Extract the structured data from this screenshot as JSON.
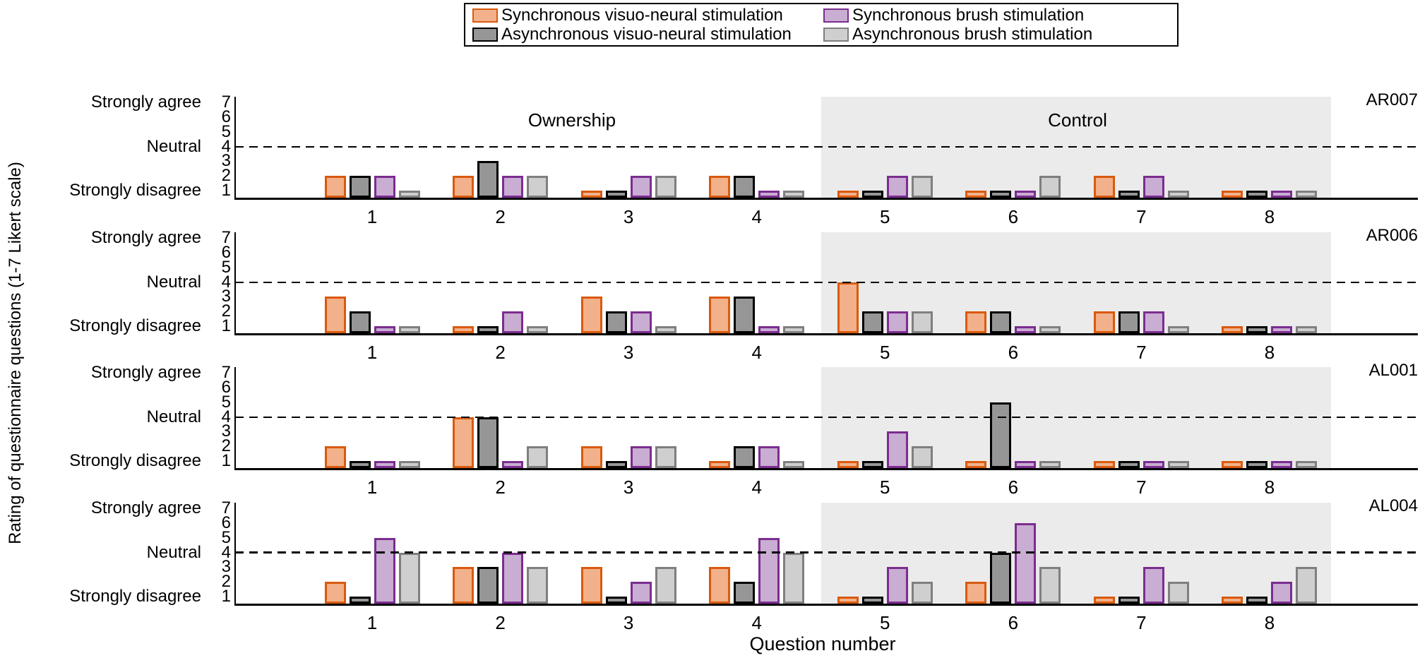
{
  "figure": {
    "y_axis_label": "Rating of questionnaire questions (1-7 Likert scale)",
    "x_axis_label": "Question number"
  },
  "legend": {
    "items": [
      {
        "key": "sync_vn",
        "label": "Synchronous visuo-neural stimulation",
        "fill": "#F2B18A",
        "border": "#D95A0E"
      },
      {
        "key": "async_vn",
        "label": "Asynchronous visuo-neural stimulation",
        "fill": "#969696",
        "border": "#000000"
      },
      {
        "key": "sync_brush",
        "label": "Synchronous brush stimulation",
        "fill": "#C9ADD2",
        "border": "#7B2D90"
      },
      {
        "key": "async_brush",
        "label": "Asynchronous brush stimulation",
        "fill": "#CFCFCF",
        "border": "#7F7F7F"
      }
    ]
  },
  "chart_data": {
    "type": "bar",
    "title": "",
    "xlabel": "Question number",
    "ylabel": "Rating of questionnaire questions (1-7 Likert scale)",
    "categories": [
      "1",
      "2",
      "3",
      "4",
      "5",
      "6",
      "7",
      "8"
    ],
    "likert_ticks": [
      7,
      6,
      5,
      4,
      3,
      2,
      1
    ],
    "ylim": [
      0.5,
      7.4
    ],
    "neutral_value": 4,
    "grid": false,
    "legend_position": "top-center",
    "y_tick_annotations": {
      "7": "Strongly agree",
      "4": "Neutral",
      "1": "Strongly disagree"
    },
    "sections": {
      "ownership_label": "Ownership",
      "control_label": "Control",
      "ownership_questions": [
        "1",
        "2",
        "3",
        "4"
      ],
      "control_questions": [
        "5",
        "6",
        "7",
        "8"
      ],
      "control_shading_color": "#EBEBEB"
    },
    "subplots": [
      {
        "id": "AR007",
        "neutral_line_bold": false,
        "series": [
          {
            "name": "Synchronous visuo-neural stimulation",
            "values": [
              2,
              2,
              1,
              2,
              1,
              1,
              2,
              1
            ]
          },
          {
            "name": "Asynchronous visuo-neural stimulation",
            "values": [
              2,
              3,
              1,
              2,
              1,
              1,
              1,
              1
            ]
          },
          {
            "name": "Synchronous brush stimulation",
            "values": [
              2,
              2,
              2,
              1,
              2,
              1,
              2,
              1
            ]
          },
          {
            "name": "Asynchronous brush stimulation",
            "values": [
              1,
              2,
              2,
              1,
              2,
              2,
              1,
              1
            ]
          }
        ]
      },
      {
        "id": "AR006",
        "neutral_line_bold": false,
        "series": [
          {
            "name": "Synchronous visuo-neural stimulation",
            "values": [
              3,
              1,
              3,
              3,
              4,
              2,
              2,
              1
            ]
          },
          {
            "name": "Asynchronous visuo-neural stimulation",
            "values": [
              2,
              1,
              2,
              3,
              2,
              2,
              2,
              1
            ]
          },
          {
            "name": "Synchronous brush stimulation",
            "values": [
              1,
              2,
              2,
              1,
              2,
              1,
              2,
              1
            ]
          },
          {
            "name": "Asynchronous brush stimulation",
            "values": [
              1,
              1,
              1,
              1,
              2,
              1,
              1,
              1
            ]
          }
        ]
      },
      {
        "id": "AL001",
        "neutral_line_bold": false,
        "series": [
          {
            "name": "Synchronous visuo-neural stimulation",
            "values": [
              2,
              4,
              2,
              1,
              1,
              1,
              1,
              1
            ]
          },
          {
            "name": "Asynchronous visuo-neural stimulation",
            "values": [
              1,
              4,
              1,
              2,
              1,
              5,
              1,
              1
            ]
          },
          {
            "name": "Synchronous brush stimulation",
            "values": [
              1,
              1,
              2,
              2,
              3,
              1,
              1,
              1
            ]
          },
          {
            "name": "Asynchronous brush stimulation",
            "values": [
              1,
              2,
              2,
              1,
              2,
              1,
              1,
              1
            ]
          }
        ]
      },
      {
        "id": "AL004",
        "neutral_line_bold": true,
        "series": [
          {
            "name": "Synchronous visuo-neural stimulation",
            "values": [
              2,
              3,
              3,
              3,
              1,
              2,
              1,
              1
            ]
          },
          {
            "name": "Asynchronous visuo-neural stimulation",
            "values": [
              1,
              3,
              1,
              2,
              1,
              4,
              1,
              1
            ]
          },
          {
            "name": "Synchronous brush stimulation",
            "values": [
              5,
              4,
              2,
              5,
              3,
              6,
              3,
              2
            ]
          },
          {
            "name": "Asynchronous brush stimulation",
            "values": [
              4,
              3,
              3,
              4,
              2,
              3,
              2,
              3
            ]
          }
        ]
      }
    ]
  }
}
